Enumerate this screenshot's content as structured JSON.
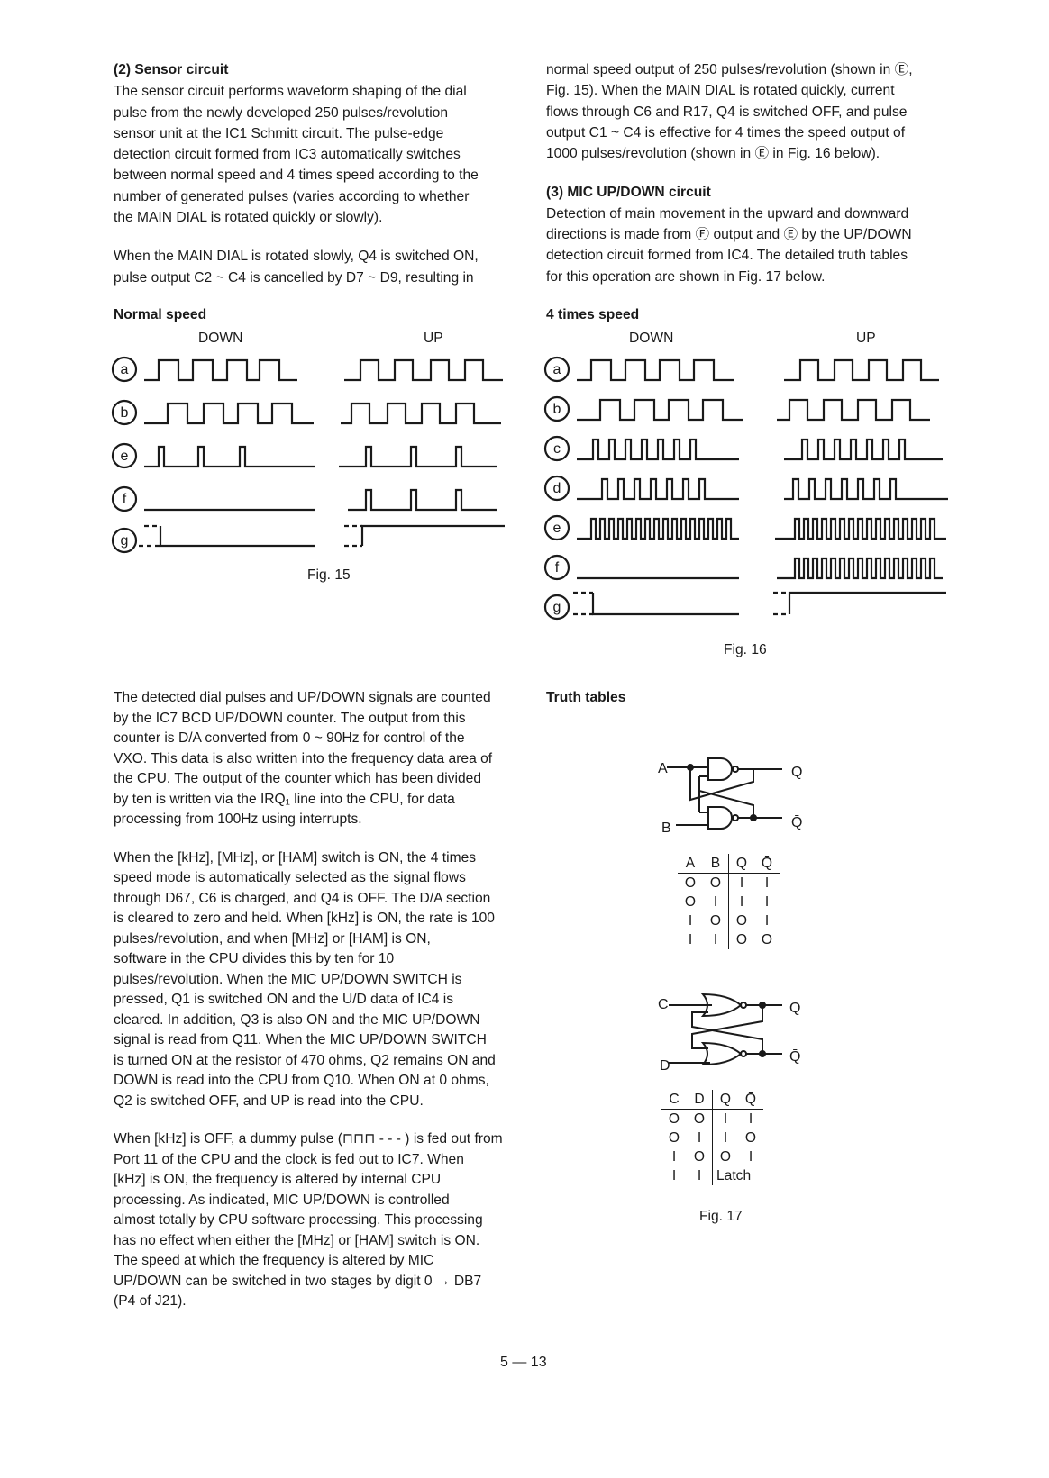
{
  "left_top": {
    "heading": "(2)  Sensor circuit",
    "para1_lines": [
      "The sensor circuit performs waveform shaping of the dial",
      "pulse from the newly developed 250 pulses/revolution",
      "sensor unit at the IC1 Schmitt circuit. The pulse-edge",
      "detection circuit formed from IC3 automatically switches",
      "between normal speed and 4 times speed according to the",
      "number of generated pulses (varies according to whether",
      "the MAIN DIAL is rotated quickly or slowly)."
    ],
    "para2_lines": [
      "When the MAIN DIAL is rotated slowly, Q4 is switched ON,",
      "pulse output C2 ~ C4 is cancelled by D7 ~ D9, resulting in"
    ]
  },
  "right_top": {
    "para1_lines": [
      "normal speed output of 250 pulses/revolution (shown in Ⓔ,",
      "Fig. 15). When the MAIN DIAL is rotated quickly, current",
      "flows through C6 and R17, Q4 is switched OFF, and pulse",
      "output C1 ~ C4 is effective for 4 times the speed output of",
      "1000 pulses/revolution (shown in Ⓔ in Fig. 16 below)."
    ],
    "heading": "(3)  MIC UP/DOWN circuit",
    "para2_lines": [
      "Detection of main movement in the upward and downward",
      "directions is made from Ⓕ output and Ⓔ by the UP/DOWN",
      "detection circuit formed from IC4. The detailed truth tables",
      "for this operation are shown in Fig. 17 below."
    ]
  },
  "fig15": {
    "title": "Normal speed",
    "down": "DOWN",
    "up": "UP",
    "labels": [
      "a",
      "b",
      "e",
      "f",
      "g"
    ],
    "caption": "Fig. 15"
  },
  "fig16": {
    "title": "4 times speed",
    "down": "DOWN",
    "up": "UP",
    "labels": [
      "a",
      "b",
      "c",
      "d",
      "e",
      "f",
      "g"
    ],
    "caption": "Fig. 16"
  },
  "left_bottom": {
    "para1_lines": [
      "The detected dial pulses and UP/DOWN signals are counted",
      "by the IC7 BCD UP/DOWN counter. The output from this",
      "counter is D/A converted from 0 ~ 90Hz for control of the",
      "VXO. This data is also written into the frequency data area of",
      "the CPU. The output of the counter which has been divided",
      "by ten is written via the IRQ₁ line into the CPU, for data",
      "processing from 100Hz using interrupts."
    ],
    "para2_lines": [
      "When the [kHz], [MHz], or [HAM] switch is ON, the 4 times",
      "speed mode is automatically selected as the signal flows",
      "through D67, C6 is charged, and Q4 is OFF. The D/A section",
      "is cleared to zero and held. When [kHz] is ON, the rate is 100",
      "pulses/revolution, and when [MHz] or [HAM] is ON,",
      "software in the CPU divides this by ten for 10",
      "pulses/revolution. When the MIC UP/DOWN SWITCH is",
      "pressed, Q1 is switched ON and the U/D data of IC4 is",
      "cleared. In addition, Q3 is also ON and the MIC UP/DOWN",
      "signal is read from Q11. When the MIC UP/DOWN SWITCH",
      "is turned ON at the resistor of 470 ohms, Q2 remains ON and",
      "DOWN is read into the CPU from Q10. When ON at 0 ohms,",
      "Q2 is switched OFF, and UP is read into the CPU."
    ],
    "para3_lines": [
      "When [kHz] is OFF, a dummy pulse (⊓⊓⊓ - - - ) is fed out from",
      "Port 11 of the CPU and the clock is fed out to IC7. When",
      "[kHz] is ON, the frequency is altered by internal CPU",
      "processing. As indicated, MIC UP/DOWN is controlled",
      "almost totally by CPU software processing. This processing",
      "has no effect when either the [MHz] or [HAM] switch is ON.",
      "The speed at which the frequency is altered by MIC",
      "UP/DOWN can be switched in two stages by digit 0 → DB7",
      "(P4 of J21)."
    ]
  },
  "truth": {
    "heading": "Truth tables",
    "gate1": {
      "in_a": "A",
      "in_b": "B",
      "out_q": "Q",
      "out_qbar": "Q̄"
    },
    "table1": {
      "headers": [
        "A",
        "B",
        "Q",
        "Q̄"
      ],
      "rows": [
        [
          "O",
          "O",
          "I",
          "I"
        ],
        [
          "O",
          "I",
          "I",
          "I"
        ],
        [
          "I",
          "O",
          "O",
          "I"
        ],
        [
          "I",
          "I",
          "O",
          "O"
        ]
      ]
    },
    "gate2": {
      "in_c": "C",
      "in_d": "D",
      "out_q": "Q",
      "out_qbar": "Q̄"
    },
    "table2": {
      "headers": [
        "C",
        "D",
        "Q",
        "Q̄"
      ],
      "rows": [
        [
          "O",
          "O",
          "I",
          "I"
        ],
        [
          "O",
          "I",
          "I",
          "O"
        ],
        [
          "I",
          "O",
          "O",
          "I"
        ],
        [
          "I",
          "I",
          "Latch",
          ""
        ]
      ]
    },
    "caption": "Fig. 17"
  },
  "page_number": "5 — 13"
}
